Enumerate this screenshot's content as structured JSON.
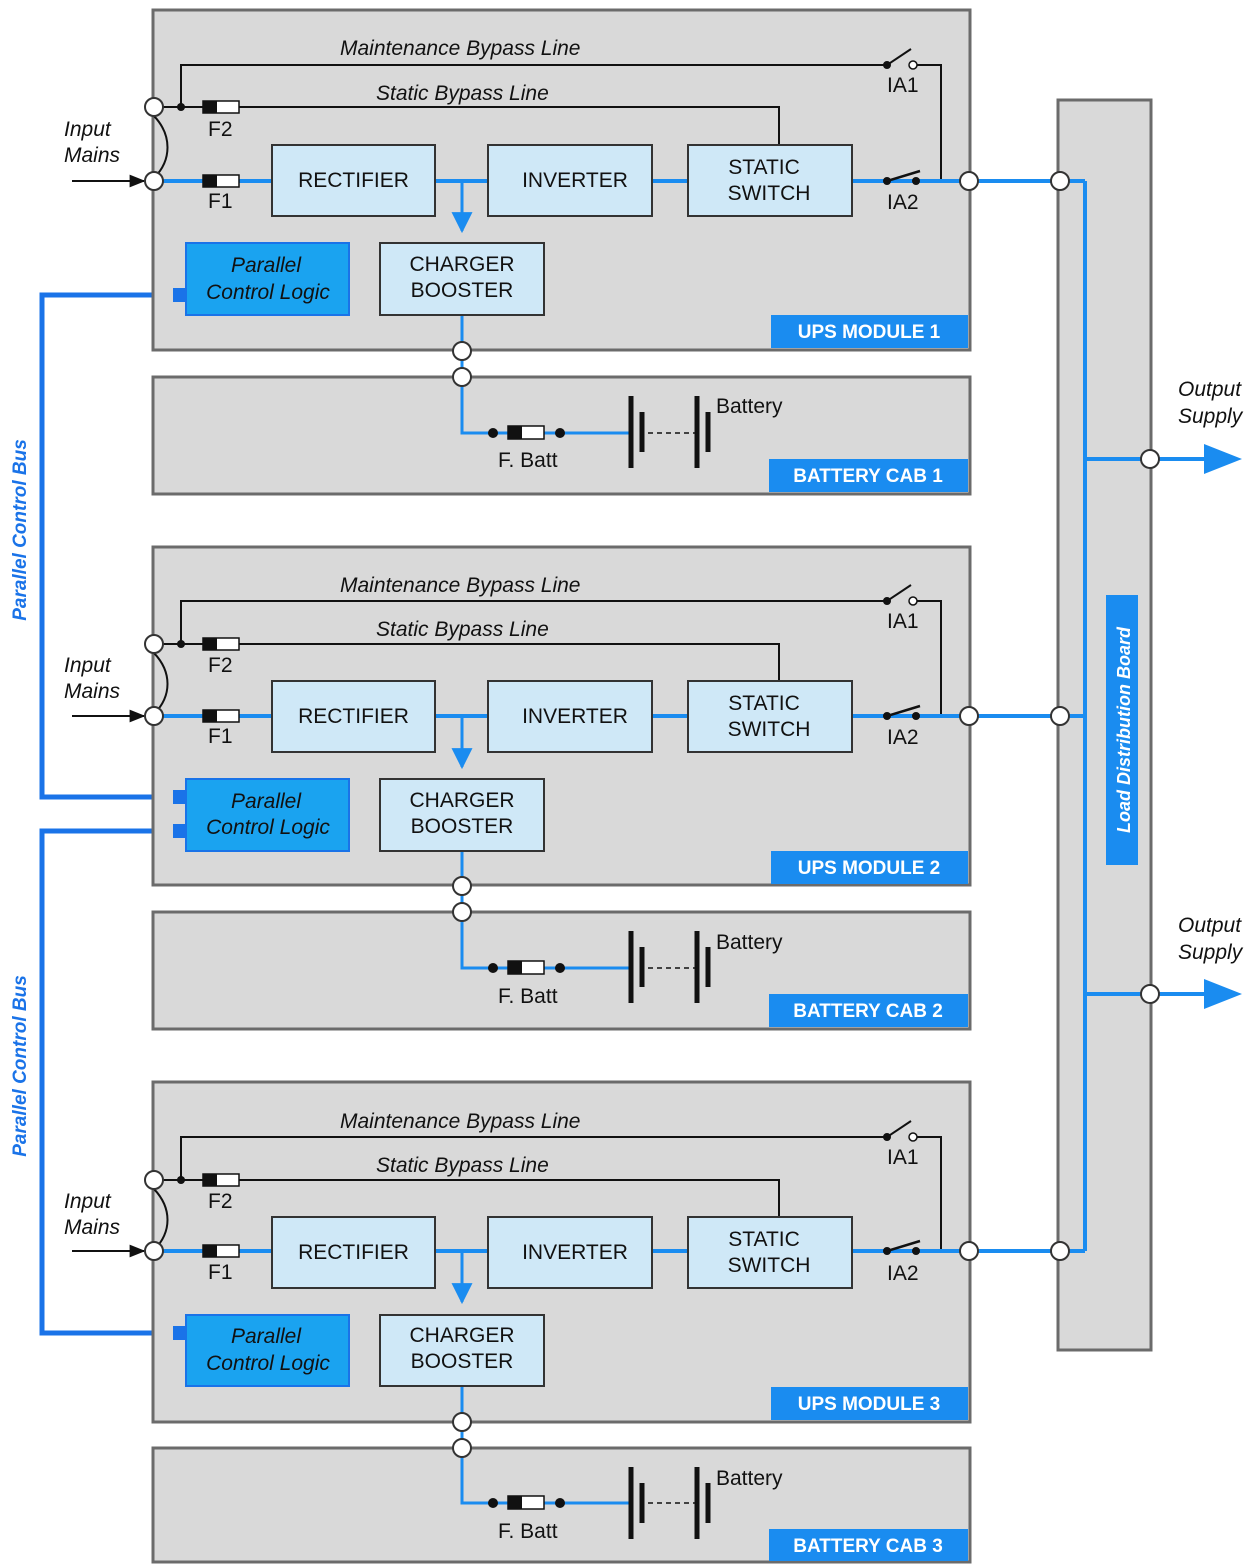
{
  "labels": {
    "maintenance_bypass": "Maintenance Bypass Line",
    "static_bypass": "Static Bypass Line",
    "input_mains_line1": "Input",
    "input_mains_line2": "Mains",
    "fuse_f1": "F1",
    "fuse_f2": "F2",
    "switch_ia1": "IA1",
    "switch_ia2": "IA2",
    "rectifier": "RECTIFIER",
    "inverter": "INVERTER",
    "static_switch_line1": "STATIC",
    "static_switch_line2": "SWITCH",
    "charger_line1": "CHARGER",
    "charger_line2": "BOOSTER",
    "pcl_line1": "Parallel",
    "pcl_line2": "Control Logic",
    "battery": "Battery",
    "fuse_batt": "F. Batt",
    "output_line1": "Output",
    "output_line2": "Supply",
    "parallel_control_bus": "Parallel Control Bus",
    "load_distribution_board": "Load Distribution Board"
  },
  "modules": [
    {
      "module_label": "UPS MODULE 1",
      "battery_label": "BATTERY CAB 1"
    },
    {
      "module_label": "UPS MODULE 2",
      "battery_label": "BATTERY CAB 2"
    },
    {
      "module_label": "UPS MODULE 3",
      "battery_label": "BATTERY CAB 3"
    }
  ],
  "colors": {
    "power_line": "#1a8cf0",
    "control_bus": "#1a73e8",
    "panel_fill": "#d9d9d9",
    "block_fill": "#cfe8f7",
    "pcl_fill": "#1aa3f0",
    "tag_fill": "#1a8cf0"
  }
}
